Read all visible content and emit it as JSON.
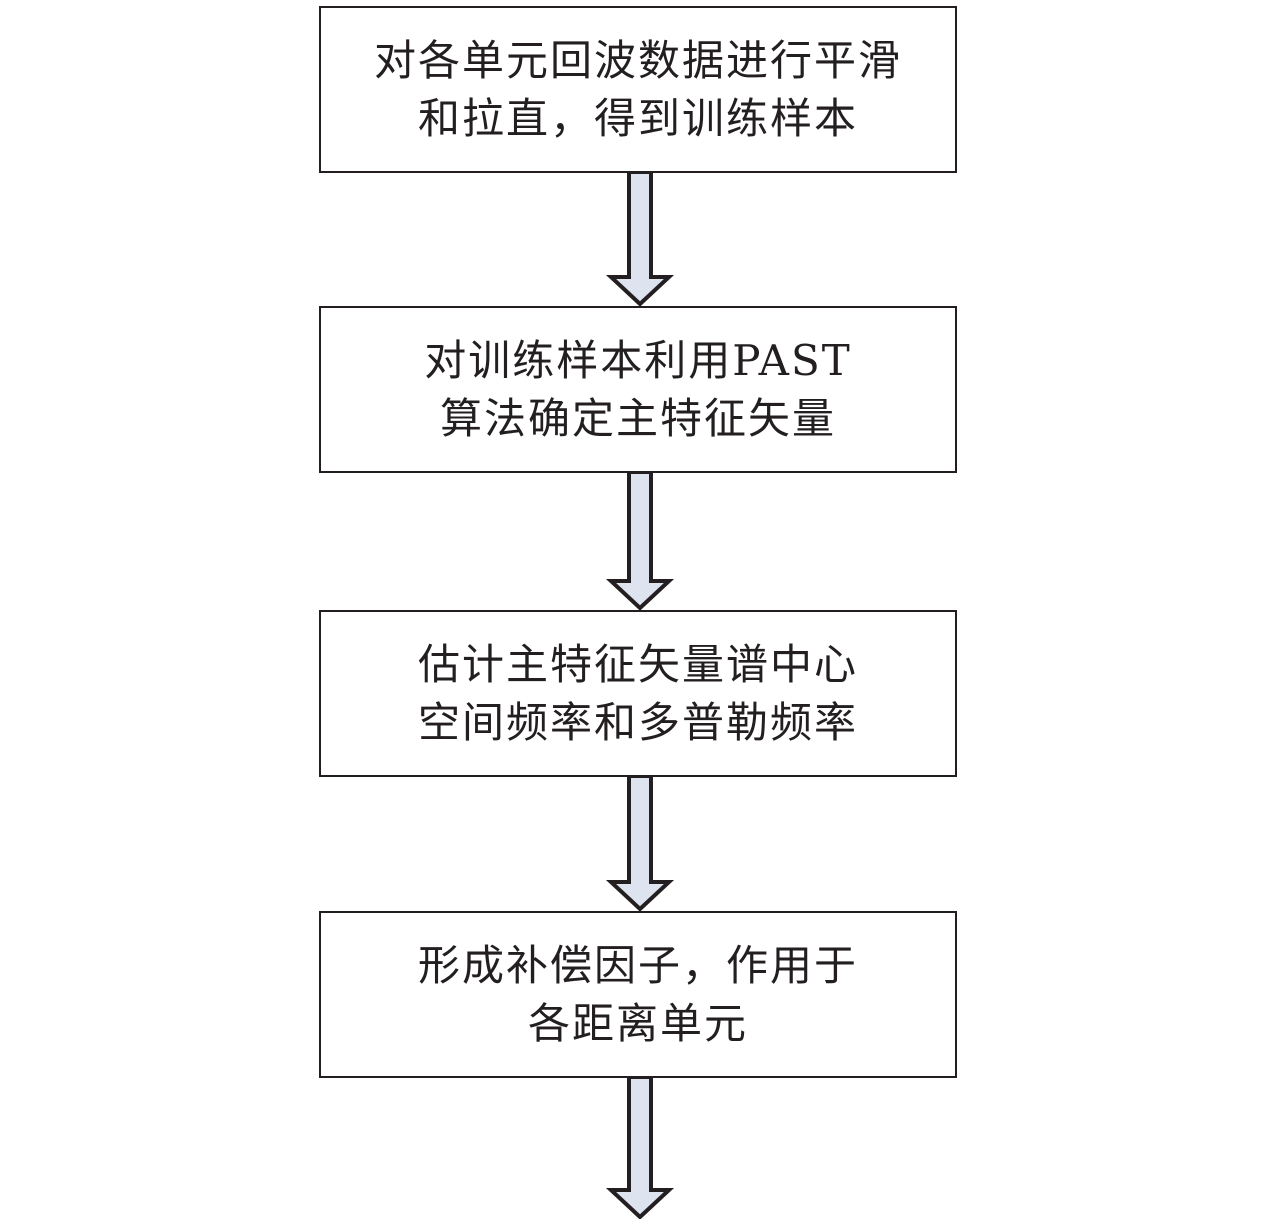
{
  "steps": [
    {
      "lines": [
        "对各单元回波数据进行平滑",
        "和拉直，得到训练样本"
      ]
    },
    {
      "lines": [
        "对训练样本利用PAST",
        "算法确定主特征矢量"
      ]
    },
    {
      "lines": [
        "估计主特征矢量谱中心",
        "空间频率和多普勒频率"
      ]
    },
    {
      "lines": [
        "形成补偿因子，作用于",
        "各距离单元"
      ]
    }
  ],
  "colors": {
    "arrow_fill": "#dde4f0",
    "stroke": "#231f20"
  }
}
